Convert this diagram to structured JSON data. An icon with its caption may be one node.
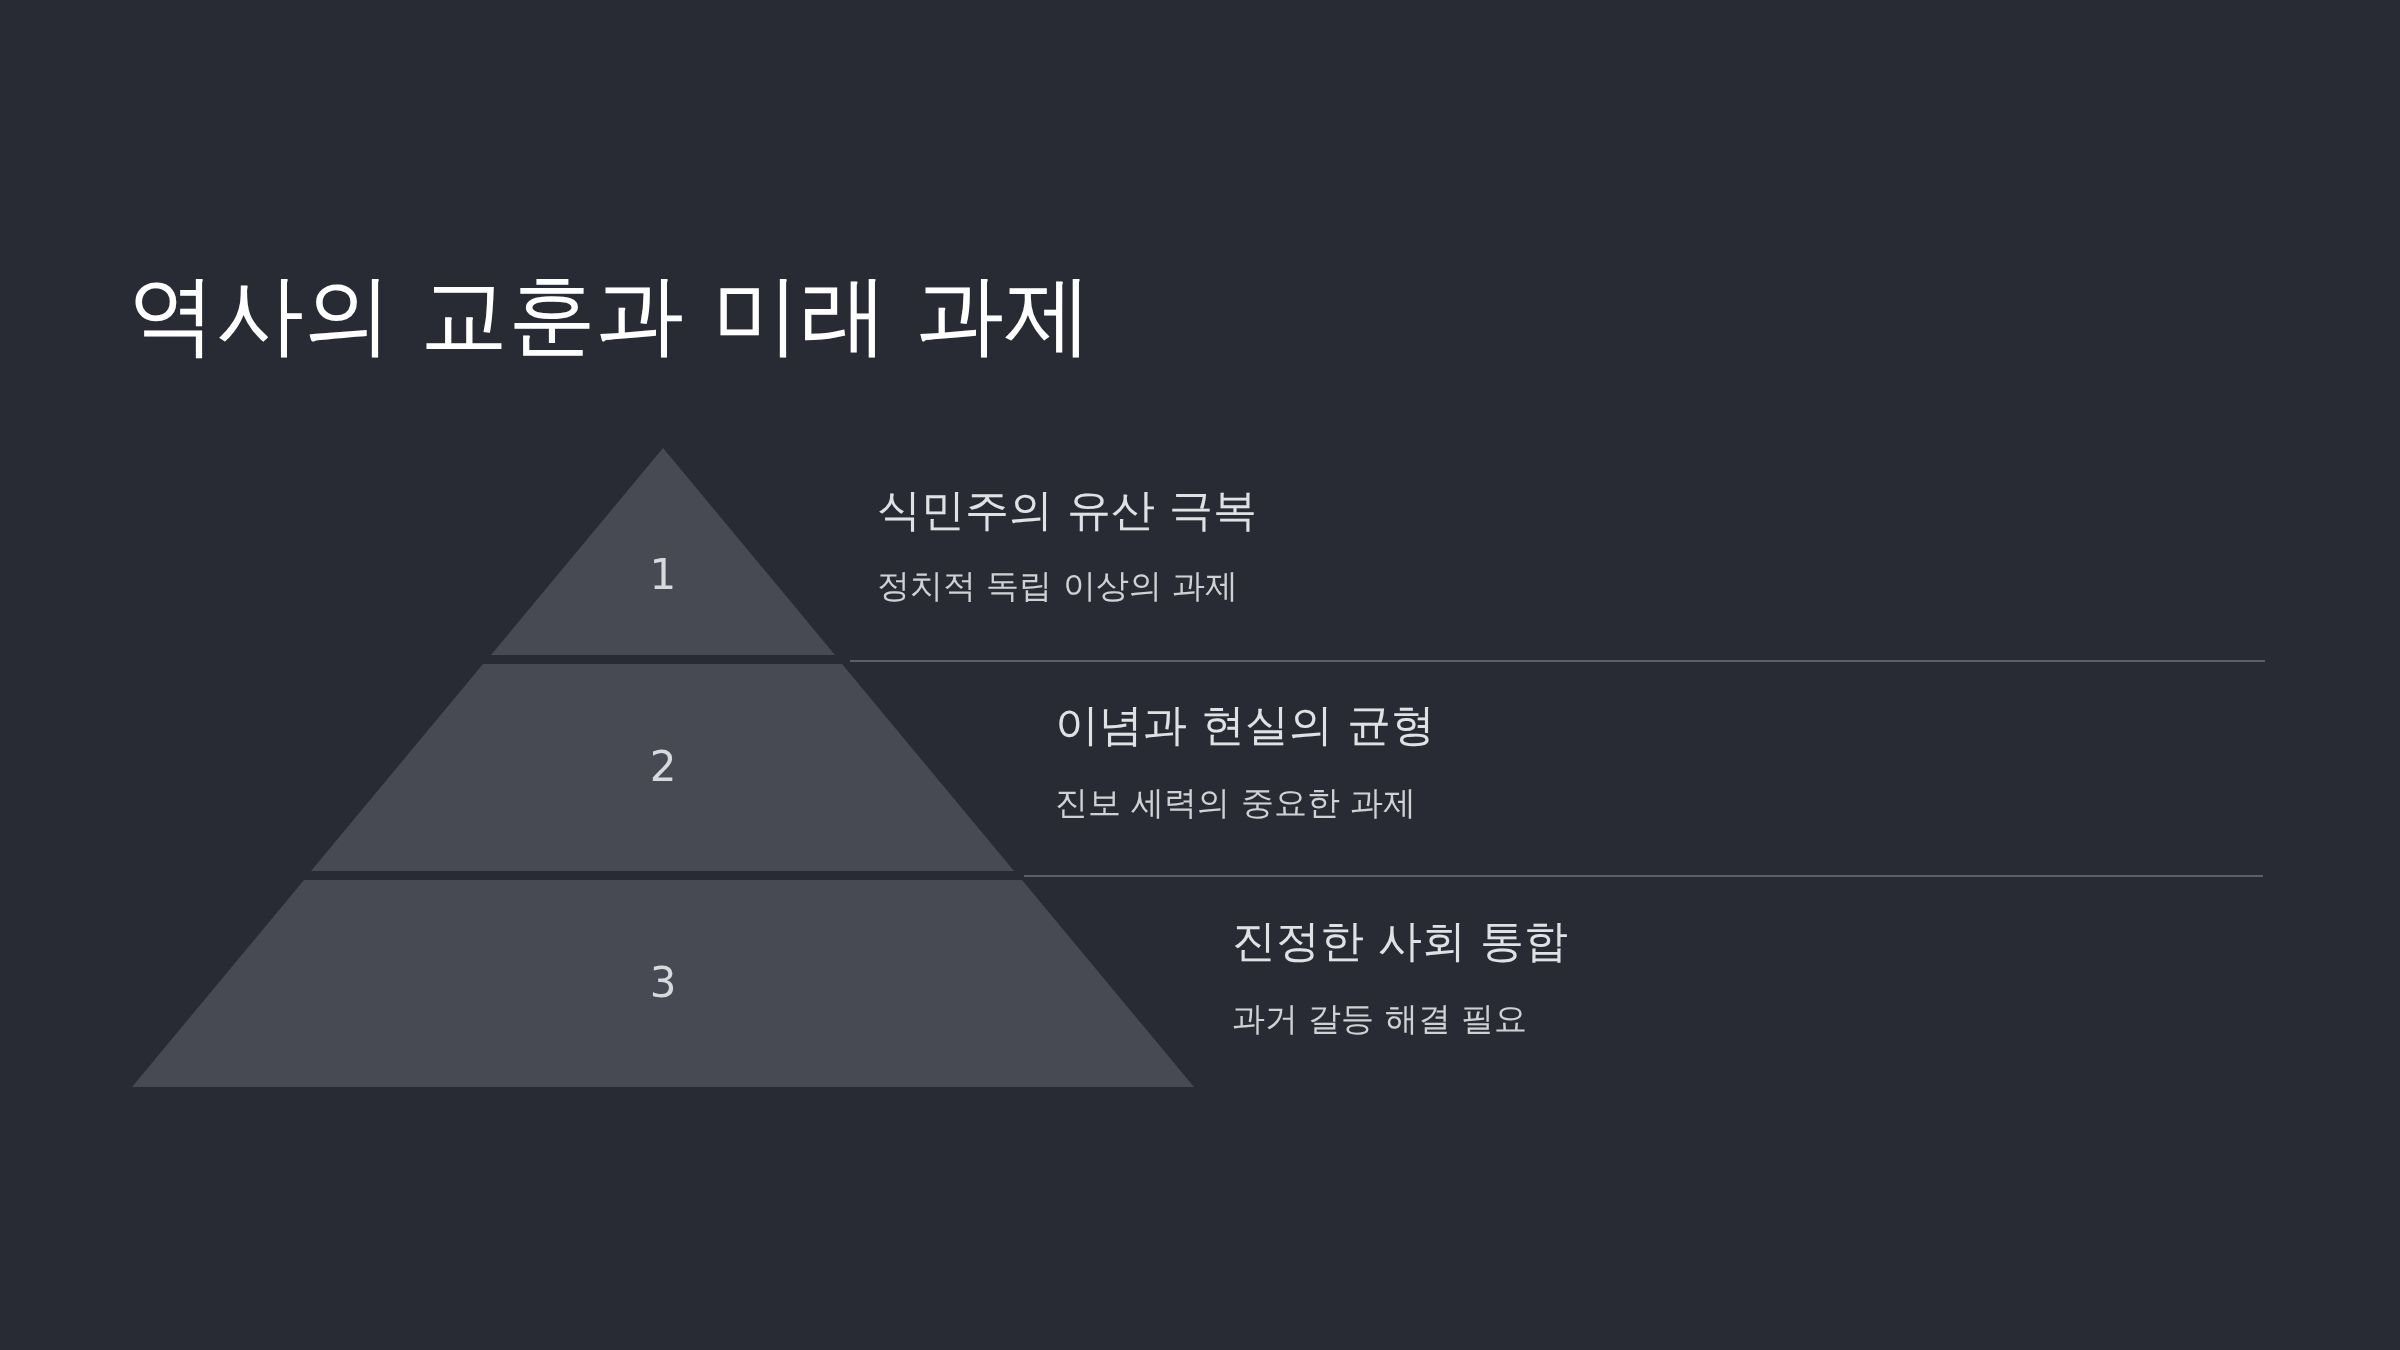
{
  "diagram": {
    "title": "역사의 교훈과 미래 과제",
    "nodes": [
      {
        "text": [
          "1"
        ],
        "beside": [
          "식민주의 유산 극복",
          "정치적 독립 이상의 과제"
        ]
      },
      {
        "text": [
          "2"
        ],
        "beside": [
          "이념과 현실의 균형",
          "진보 세력의 중요한 과제"
        ]
      },
      {
        "text": [
          "3"
        ],
        "beside": [
          "진정한 사회 통합",
          "과거 갈등 해결 필요"
        ]
      }
    ]
  }
}
